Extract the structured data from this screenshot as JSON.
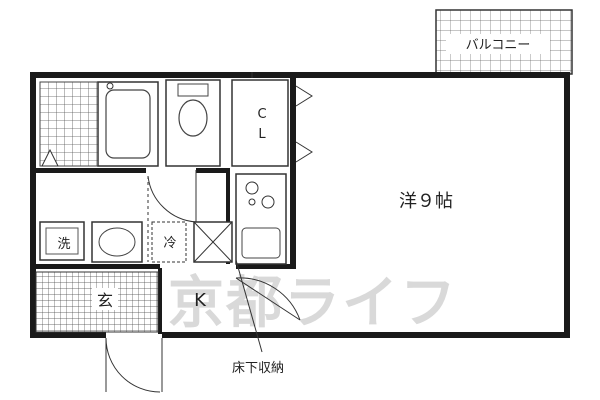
{
  "plan": {
    "rooms": {
      "western_room": "洋９帖",
      "kitchen": "K",
      "entrance": "玄",
      "balcony": "バルコニー",
      "closet": "C\nL",
      "washer": "洗",
      "fridge": "冷"
    },
    "callouts": {
      "underfloor_storage": "床下収納"
    },
    "watermark": "京都ライフ"
  }
}
